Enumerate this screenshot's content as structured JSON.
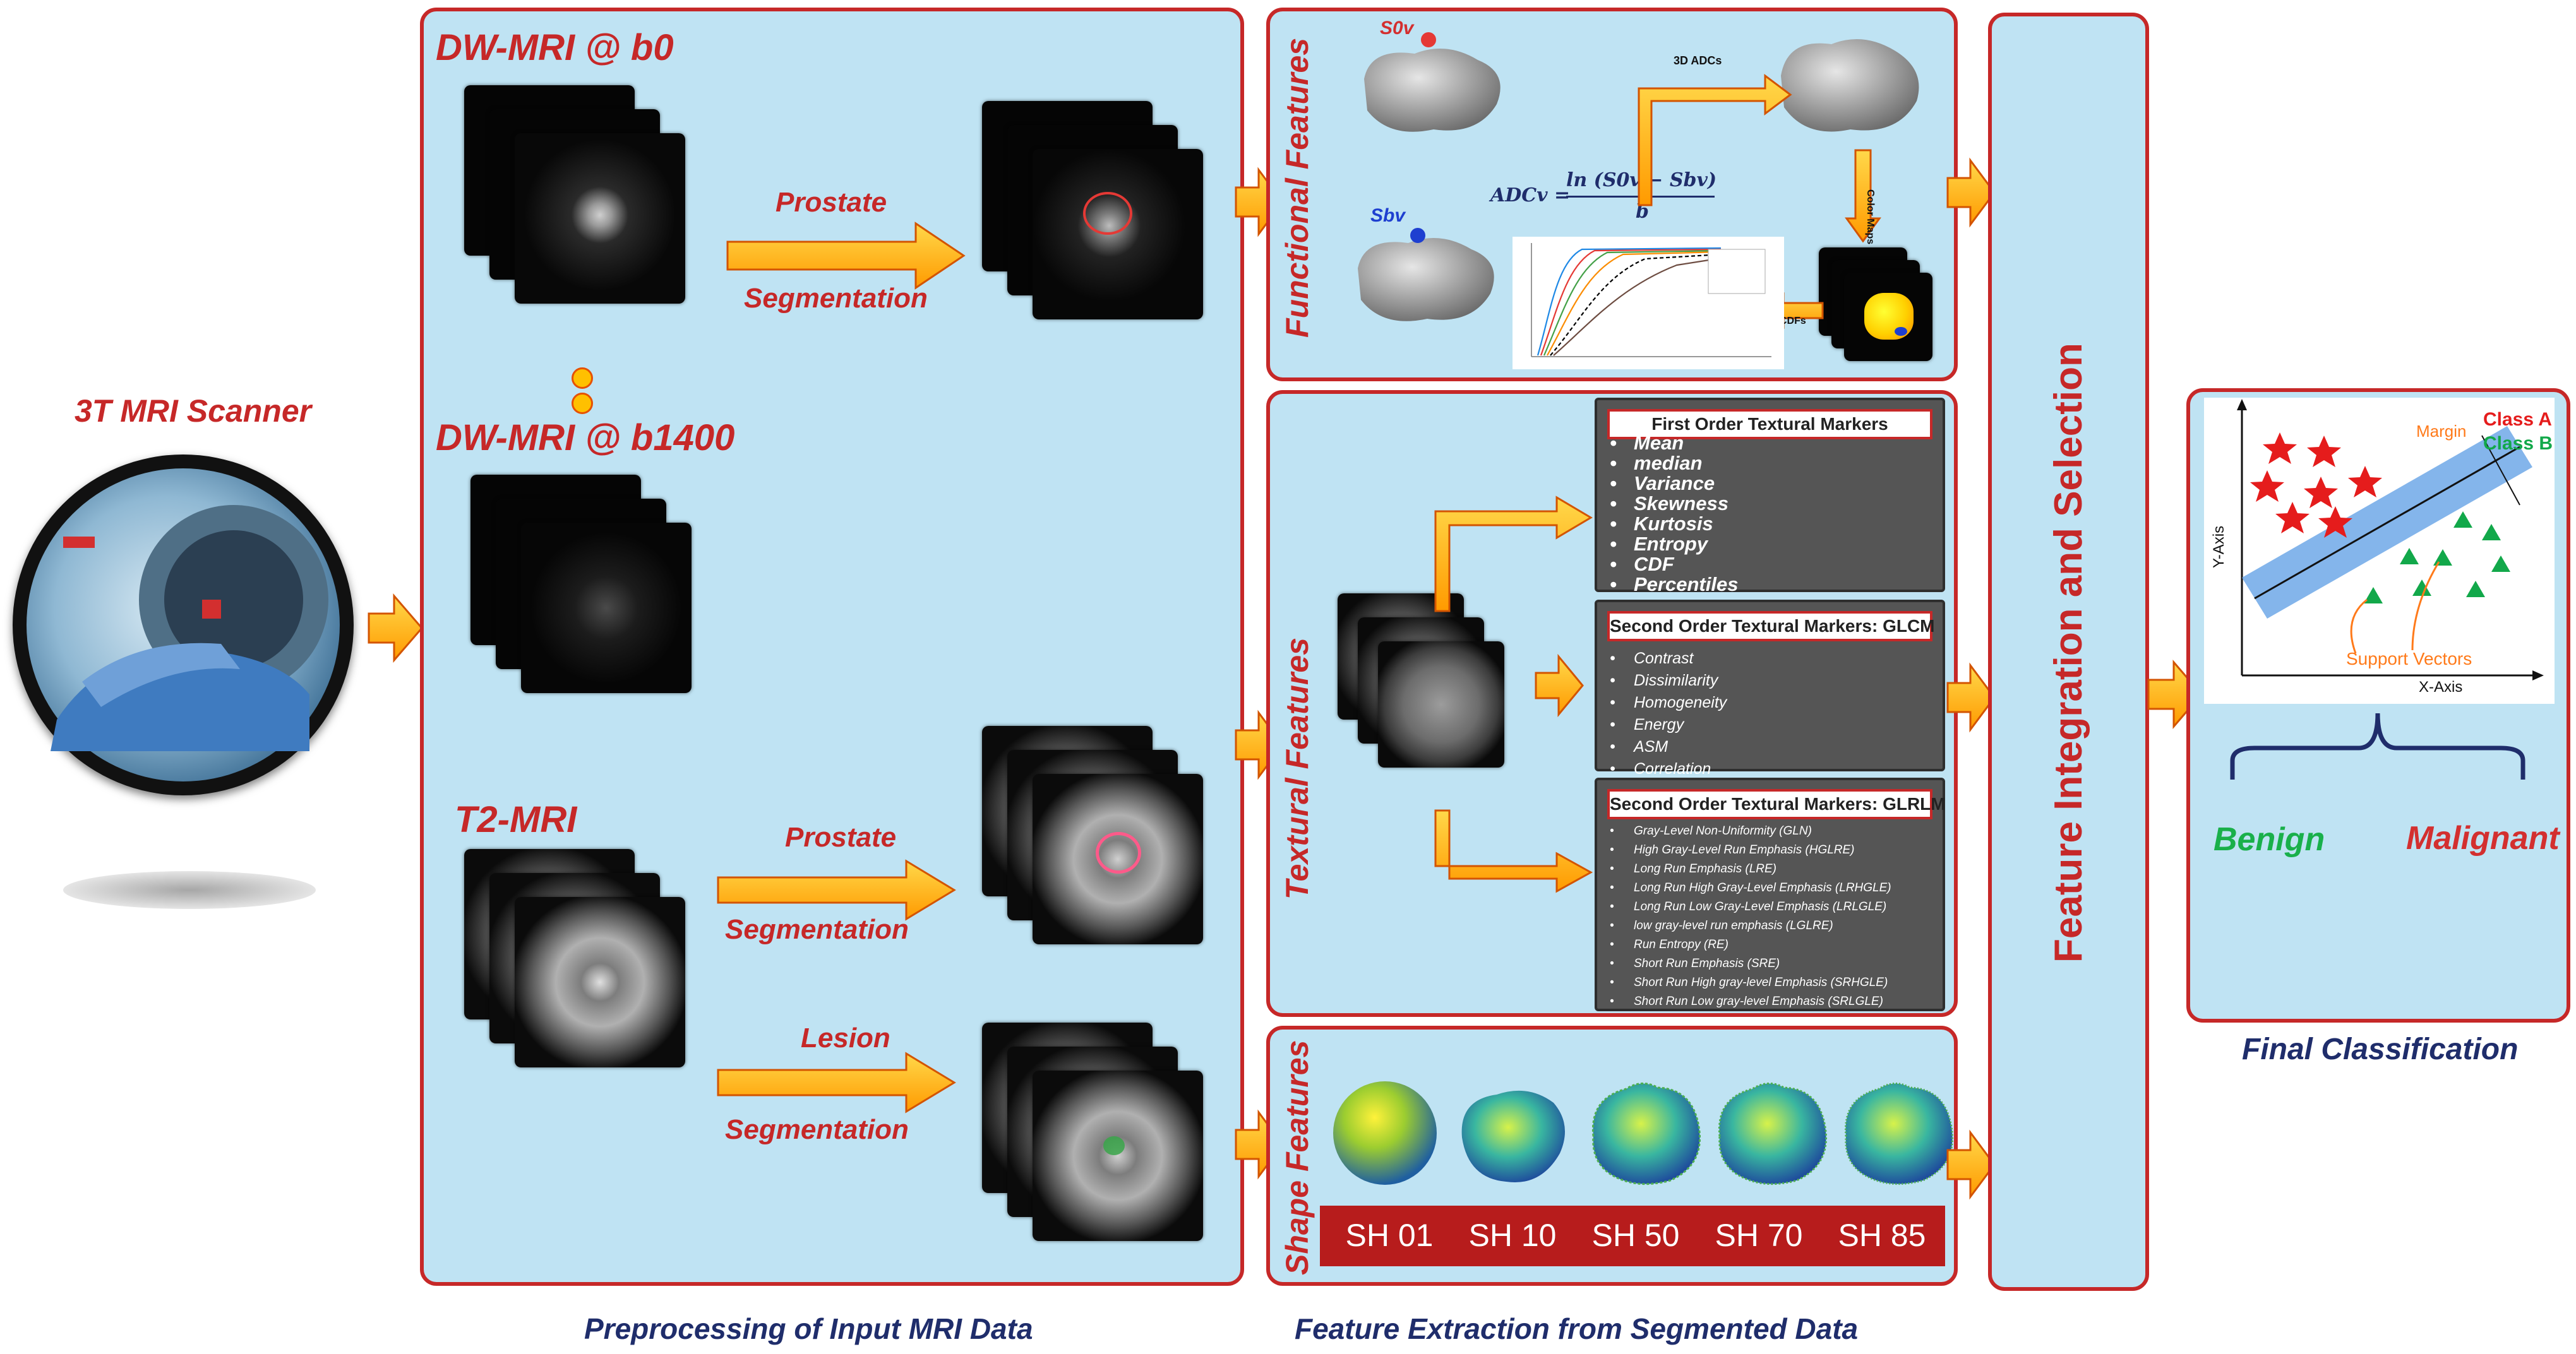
{
  "scanner": {
    "label": "3T MRI Scanner"
  },
  "preprocessing": {
    "caption": "Preprocessing of Input MRI Data",
    "dw_b0_label": "DW-MRI @ b0",
    "dw_b1400_label": "DW-MRI @ b1400",
    "t2_label": "T2-MRI",
    "prostate_seg_1": {
      "line1": "Prostate",
      "line2": "Segmentation"
    },
    "prostate_seg_2": {
      "line1": "Prostate",
      "line2": "Segmentation"
    },
    "lesion_seg": {
      "line1": "Lesion",
      "line2": "Segmentation"
    }
  },
  "feature_extraction": {
    "caption": "Feature Extraction from Segmented Data",
    "functional": {
      "label": "Functional Features",
      "s0_label": "S0v",
      "sb_label": "Sbv",
      "adc_label": "3D ADCs",
      "color_maps_label": "Color Maps",
      "cdfs_label": "CDFs",
      "formula": {
        "lhs": "ADCv =",
        "numerator": "ln (S0v − Sbv)",
        "denominator": "b"
      }
    },
    "textural": {
      "label": "Textural Features",
      "first_order": {
        "title": "First Order Textural Markers",
        "items": [
          "Mean",
          "median",
          "Variance",
          "Skewness",
          "Kurtosis",
          "Entropy",
          "CDF",
          "Percentiles"
        ]
      },
      "glcm": {
        "title": "Second Order Textural Markers: GLCM",
        "items": [
          "Contrast",
          "Dissimilarity",
          "Homogeneity",
          "Energy",
          "ASM",
          "Correlation"
        ]
      },
      "glrlm": {
        "title": "Second Order Textural Markers: GLRLM",
        "items": [
          "Gray-Level Non-Uniformity (GLN)",
          "High Gray-Level Run Emphasis (HGLRE)",
          "Long Run Emphasis (LRE)",
          "Long Run High Gray-Level Emphasis (LRHGLE)",
          "Long Run Low Gray-Level Emphasis (LRLGLE)",
          "low gray-level run emphasis (LGLRE)",
          "Run Entropy (RE)",
          "Short Run Emphasis (SRE)",
          "Short Run High gray-level Emphasis (SRHGLE)",
          "Short Run Low gray-level Emphasis (SRLGLE)"
        ]
      }
    },
    "shape": {
      "label": "Shape Features",
      "harmonics": [
        "SH 01",
        "SH 10",
        "SH 50",
        "SH 70",
        "SH 85"
      ]
    }
  },
  "integration": {
    "label": "Feature Integration and Selection"
  },
  "classification": {
    "caption": "Final Classification",
    "class_a": "Class A",
    "class_b": "Class B",
    "margin": "Margin",
    "support_vectors": "Support Vectors",
    "x_axis": "X-Axis",
    "y_axis": "Y-Axis",
    "benign": "Benign",
    "malignant": "Malignant"
  },
  "colors": {
    "panel_fill": "#bfe3f3",
    "border_red": "#c62828",
    "arrow_fill": "#ffc000",
    "caption_blue": "#1f2d6b",
    "benign_green": "#19b04a"
  }
}
